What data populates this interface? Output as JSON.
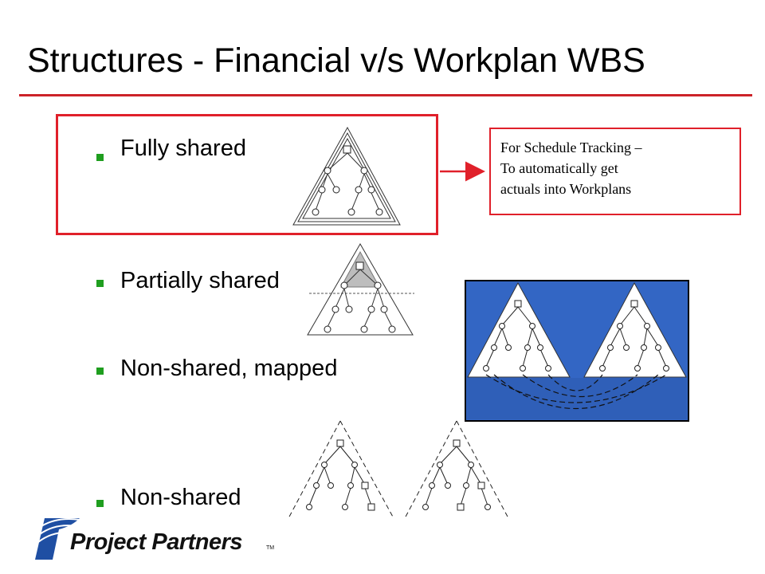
{
  "slide": {
    "title": "Structures -  Financial v/s Workplan WBS"
  },
  "bullets": [
    {
      "label": "Fully shared"
    },
    {
      "label": "Partially shared"
    },
    {
      "label": "Non-shared, mapped"
    },
    {
      "label": "Non-shared"
    }
  ],
  "callout": {
    "lines": [
      "For Schedule Tracking –",
      "To automatically get",
      "actuals into Workplans"
    ]
  },
  "logo": {
    "name": "Project Partners",
    "mark": "TM"
  },
  "colors": {
    "accent_red": "#e0202a",
    "rule_red": "#cc2229",
    "bullet_green": "#1f9e1f",
    "mapped_panel_blue": "#3366c4",
    "logo_blue": "#1f4fa3"
  }
}
